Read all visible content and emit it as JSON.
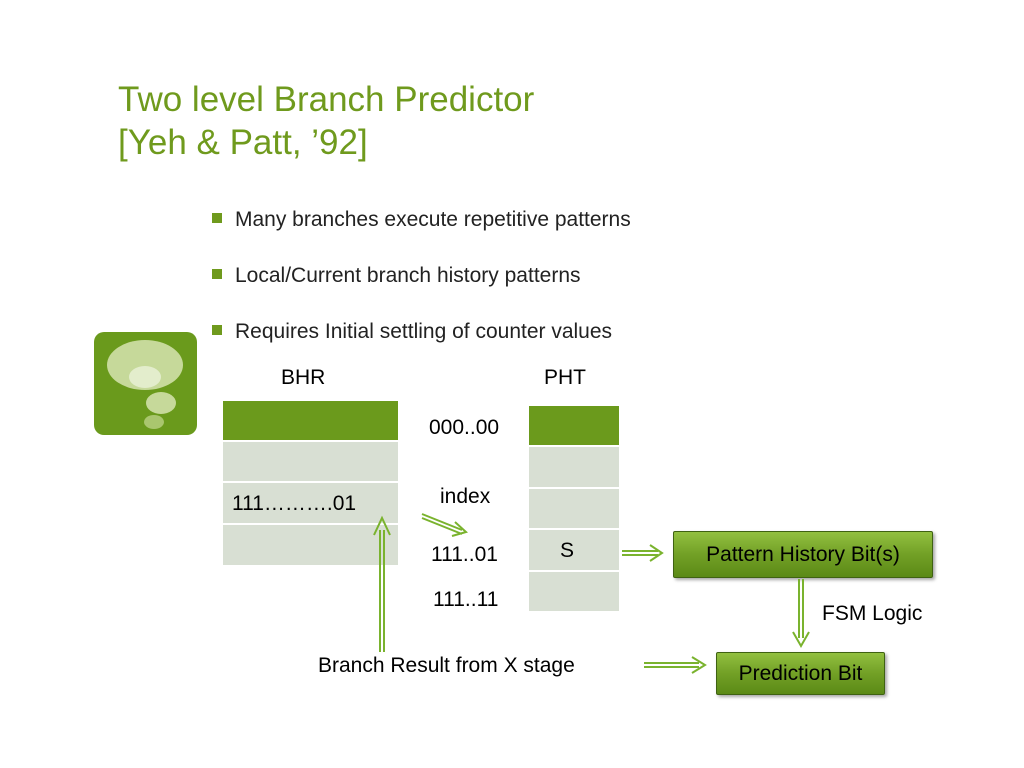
{
  "title": {
    "line1": "Two level Branch Predictor",
    "line2": "[Yeh & Patt, ’92]"
  },
  "bullets": [
    "Many branches execute repetitive patterns",
    "Local/Current branch history patterns",
    "Requires Initial settling of counter values"
  ],
  "diagram": {
    "bhr": {
      "label": "BHR",
      "rows": [
        "",
        "",
        "111……….01",
        ""
      ]
    },
    "pht": {
      "label": "PHT",
      "rows": [
        "",
        "",
        "",
        "S",
        ""
      ],
      "index_labels": [
        "000..00",
        "index",
        "111..01",
        "111..11"
      ]
    },
    "pattern_box": "Pattern History Bit(s)",
    "fsm_label": "FSM Logic",
    "prediction_box": "Prediction Bit",
    "branch_result_label": "Branch Result from X stage"
  },
  "colors": {
    "accent": "#6f9a1d",
    "cell_fill": "#6b9a1c",
    "cell_empty": "#d8dfd3",
    "arrow": "#7ab32e"
  },
  "decor_icon": "thought-bubble-icon"
}
